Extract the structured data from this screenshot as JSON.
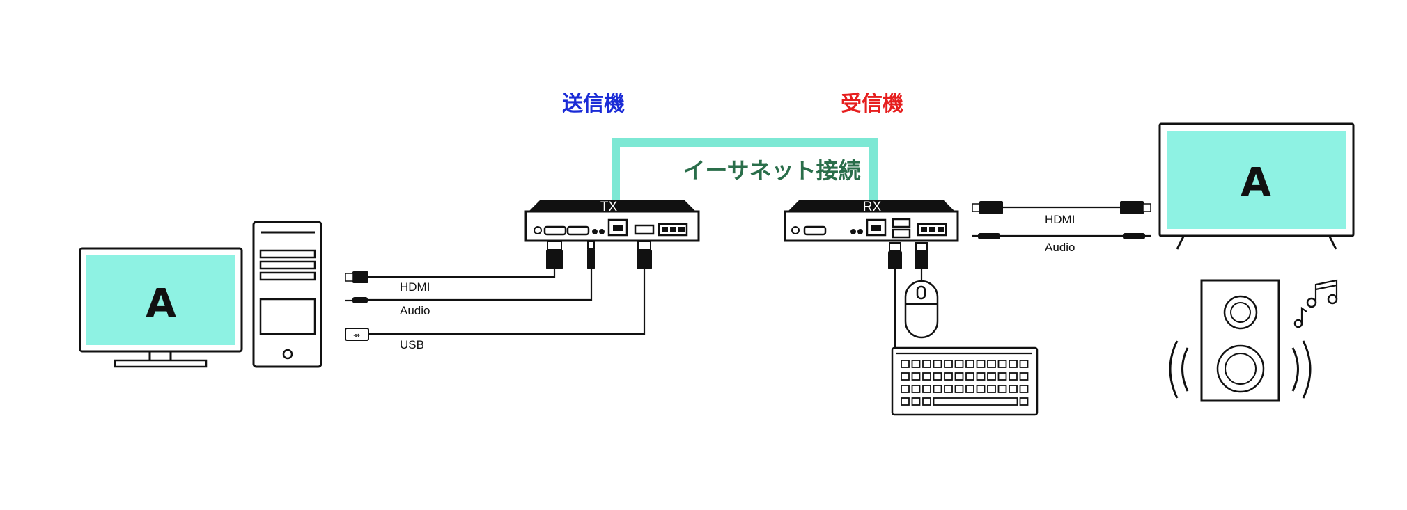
{
  "labels": {
    "transmitter": "送信機",
    "receiver": "受信機",
    "network": "イーサネット接続"
  },
  "devices": {
    "tx_label": "TX",
    "rx_label": "RX"
  },
  "screens": {
    "pc_monitor": "A",
    "tv": "A"
  },
  "left_cables": {
    "hdmi": "HDMI",
    "audio": "Audio",
    "usb": "USB"
  },
  "right_cables": {
    "hdmi": "HDMI",
    "audio": "Audio"
  },
  "colors": {
    "transmitter_text": "#1a2bd6",
    "receiver_text": "#e61e1e",
    "network_text": "#2a6e4a",
    "network_line": "#7de8d4",
    "screen_fill": "#8ef2e3"
  }
}
